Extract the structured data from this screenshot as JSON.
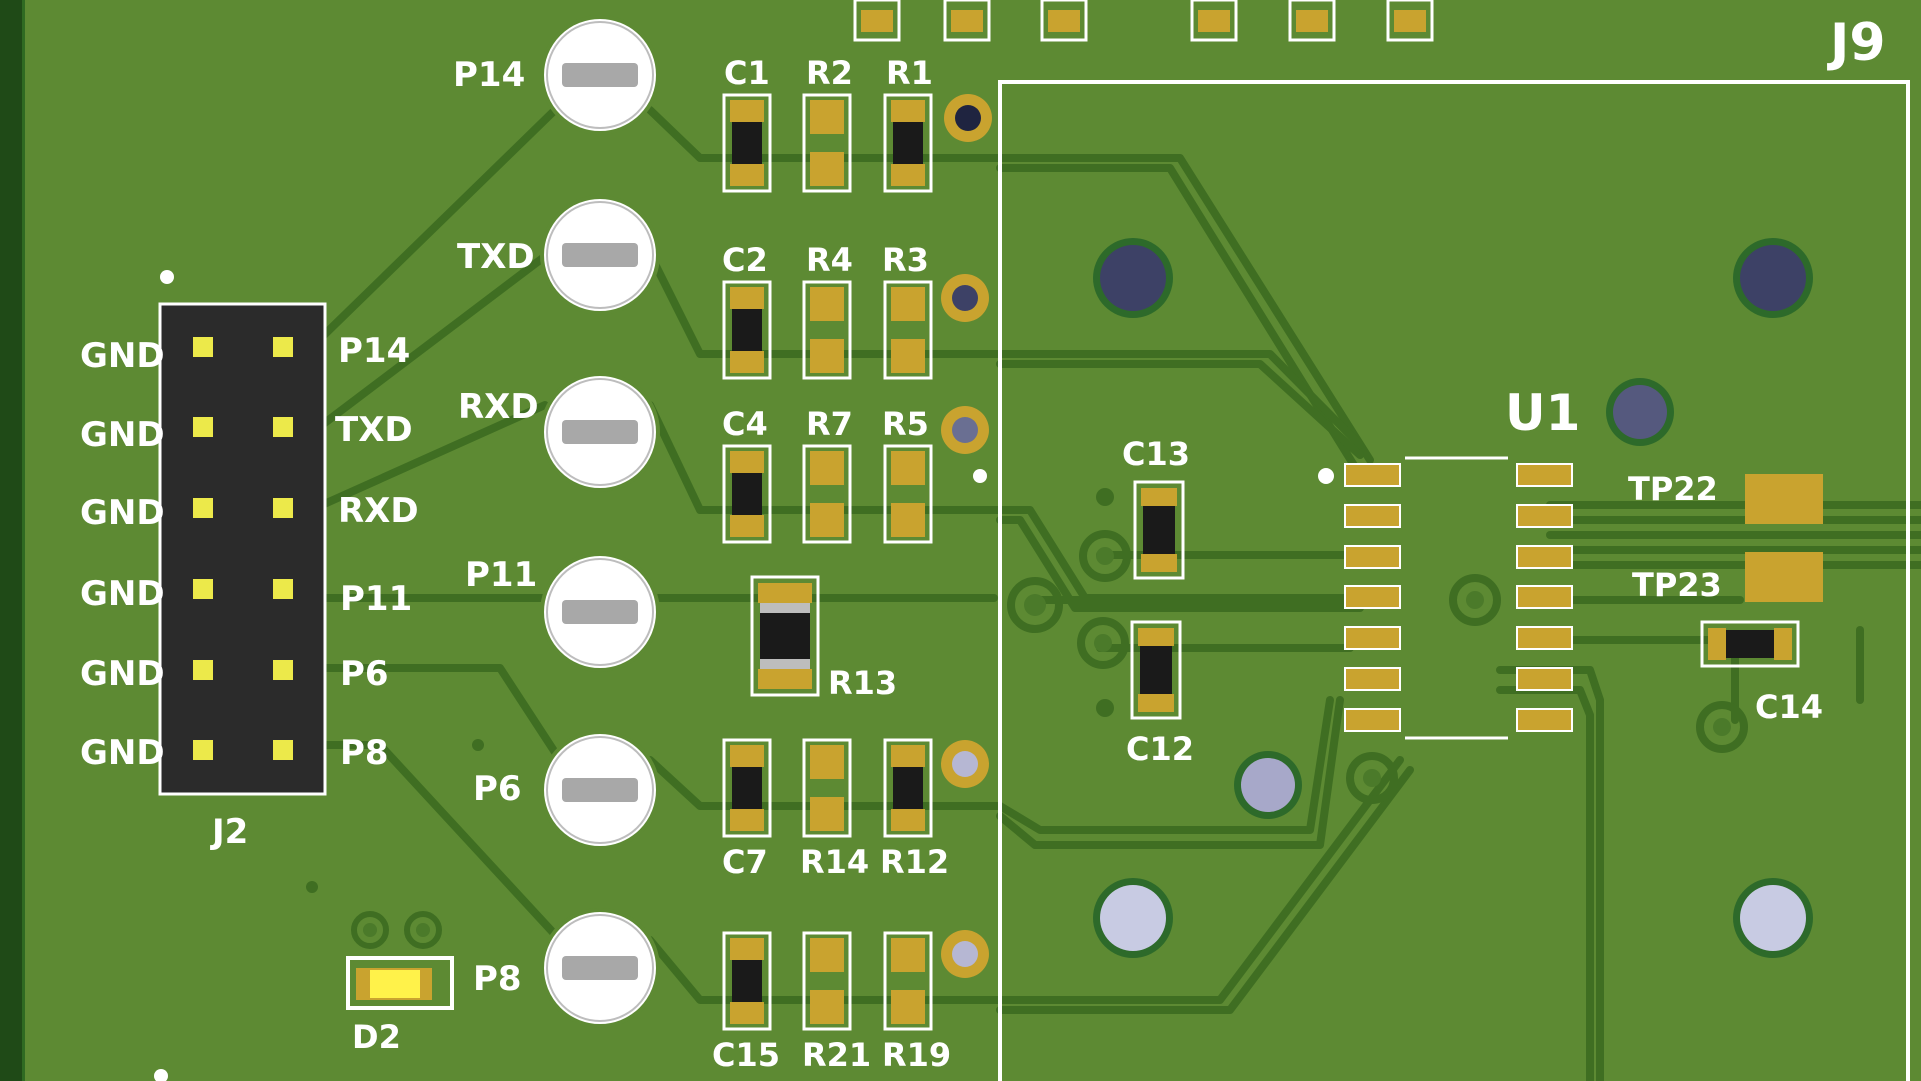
{
  "colors": {
    "board": "#5d8a33",
    "board_edge": "#1f4a17",
    "trace": "#3f6e22",
    "pad_gold": "#c9a32f",
    "pin_yellow": "#ece94a",
    "silkscreen": "#ffffff",
    "header_body": "#2b2b2b",
    "hole_dark": "#3d4166",
    "hole_light": "#c8cbe3"
  },
  "connector_j2": {
    "designator": "J2",
    "left_labels": [
      "GND",
      "GND",
      "GND",
      "GND",
      "GND",
      "GND"
    ],
    "right_labels": [
      "P14",
      "TXD",
      "RXD",
      "P11",
      "P6",
      "P8"
    ]
  },
  "test_points": [
    "P14",
    "TXD",
    "RXD",
    "P11",
    "P6",
    "P8"
  ],
  "components": {
    "row1": [
      "C1",
      "R2",
      "R1"
    ],
    "row2": [
      "C2",
      "R4",
      "R3"
    ],
    "row3": [
      "C4",
      "R7",
      "R5"
    ],
    "r13": "R13",
    "row5": [
      "C7",
      "R14",
      "R12"
    ],
    "row6": [
      "C15",
      "R21",
      "R19"
    ],
    "c13": "C13",
    "c12": "C12",
    "c14": "C14",
    "u1": "U1",
    "tp22": "TP22",
    "tp23": "TP23",
    "j9": "J9",
    "d2": "D2"
  }
}
